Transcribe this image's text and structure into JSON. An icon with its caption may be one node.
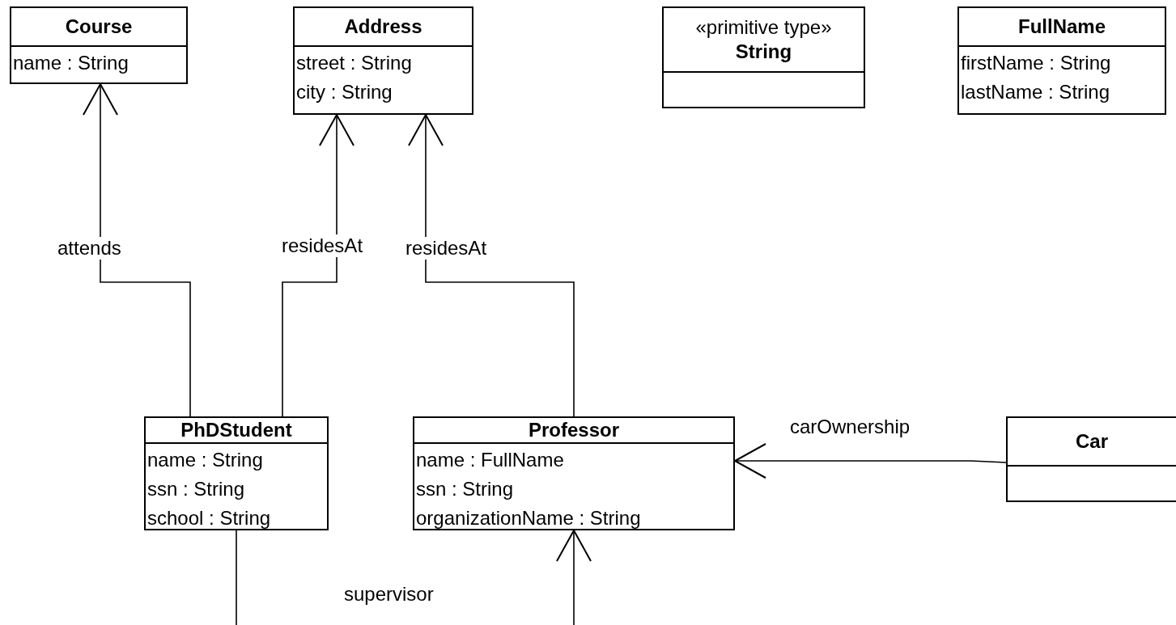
{
  "diagram": {
    "nodes": [
      {
        "text": [
          "Course",
          "name : String"
        ]
      },
      {
        "text": [
          "Address",
          "street : String",
          "city : String"
        ]
      },
      {
        "text": [
          "«primitive type»",
          "String"
        ]
      },
      {
        "text": [
          "FullName",
          "firstName : String",
          "lastName : String"
        ]
      },
      {
        "text": [
          "PhDStudent",
          "name : String",
          "ssn : String",
          "school : String"
        ]
      },
      {
        "text": [
          "Professor",
          "name : FullName",
          "ssn : String",
          "organizationName : String"
        ]
      },
      {
        "text": [
          "Car"
        ]
      }
    ],
    "edges": [
      {
        "from": 4,
        "to": 0,
        "arrow": "to",
        "label": "attends"
      },
      {
        "from": 4,
        "to": 1,
        "arrow": "to",
        "label": "residesAt"
      },
      {
        "from": 5,
        "to": 1,
        "arrow": "to",
        "label": "residesAt"
      },
      {
        "from": 6,
        "to": 5,
        "arrow": "to",
        "label": "carOwnership"
      },
      {
        "from": 4,
        "to": 5,
        "arrow": "to",
        "label": "supervisor"
      }
    ]
  }
}
